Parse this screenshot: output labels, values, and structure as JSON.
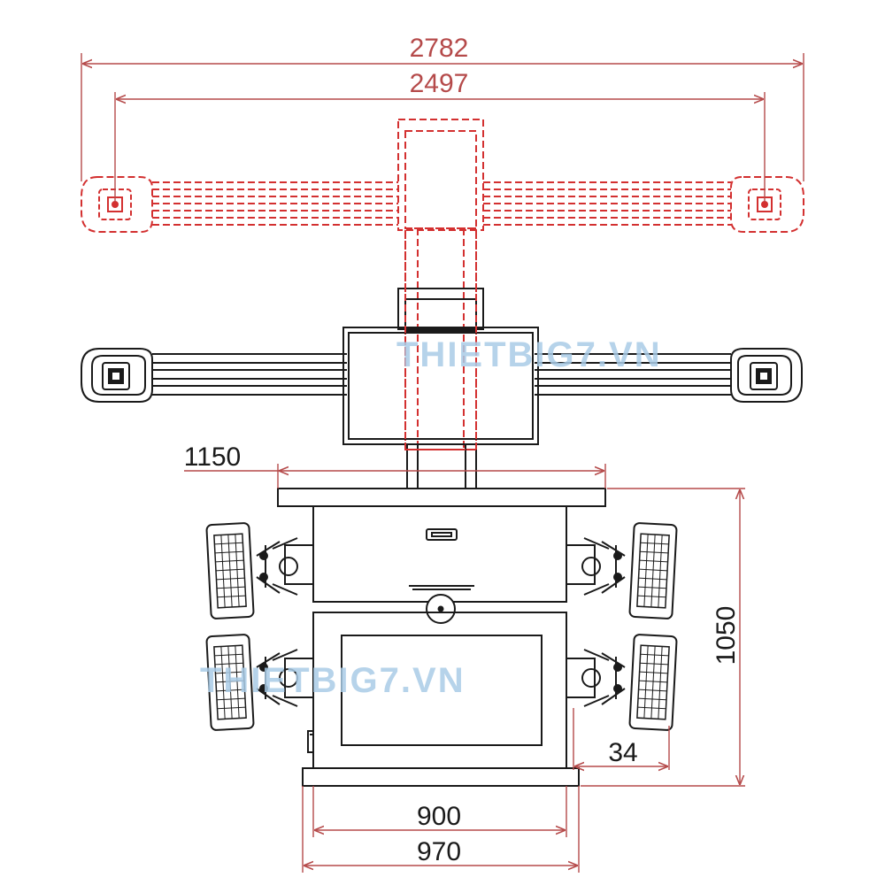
{
  "dimensions": {
    "beam_outer_width": "2782",
    "beam_camera_span": "2497",
    "top_table_width": "1150",
    "cabinet_height": "1050",
    "clamp_offset": "34",
    "cabinet_inner_width": "900",
    "cabinet_base_width": "970"
  },
  "watermark": {
    "text": "THIETBIG7.VN",
    "color_main": "#a9cbe6",
    "color_accent": "#e8a0a0"
  },
  "colors": {
    "dimension_red": "#b54a4a",
    "line_dark": "#1a1a1a",
    "dashed_red": "#d33030"
  },
  "icons": {
    "camera": "camera-icon",
    "wheel_target": "wheel-target-icon",
    "wheel_clamp": "wheel-clamp-icon"
  }
}
